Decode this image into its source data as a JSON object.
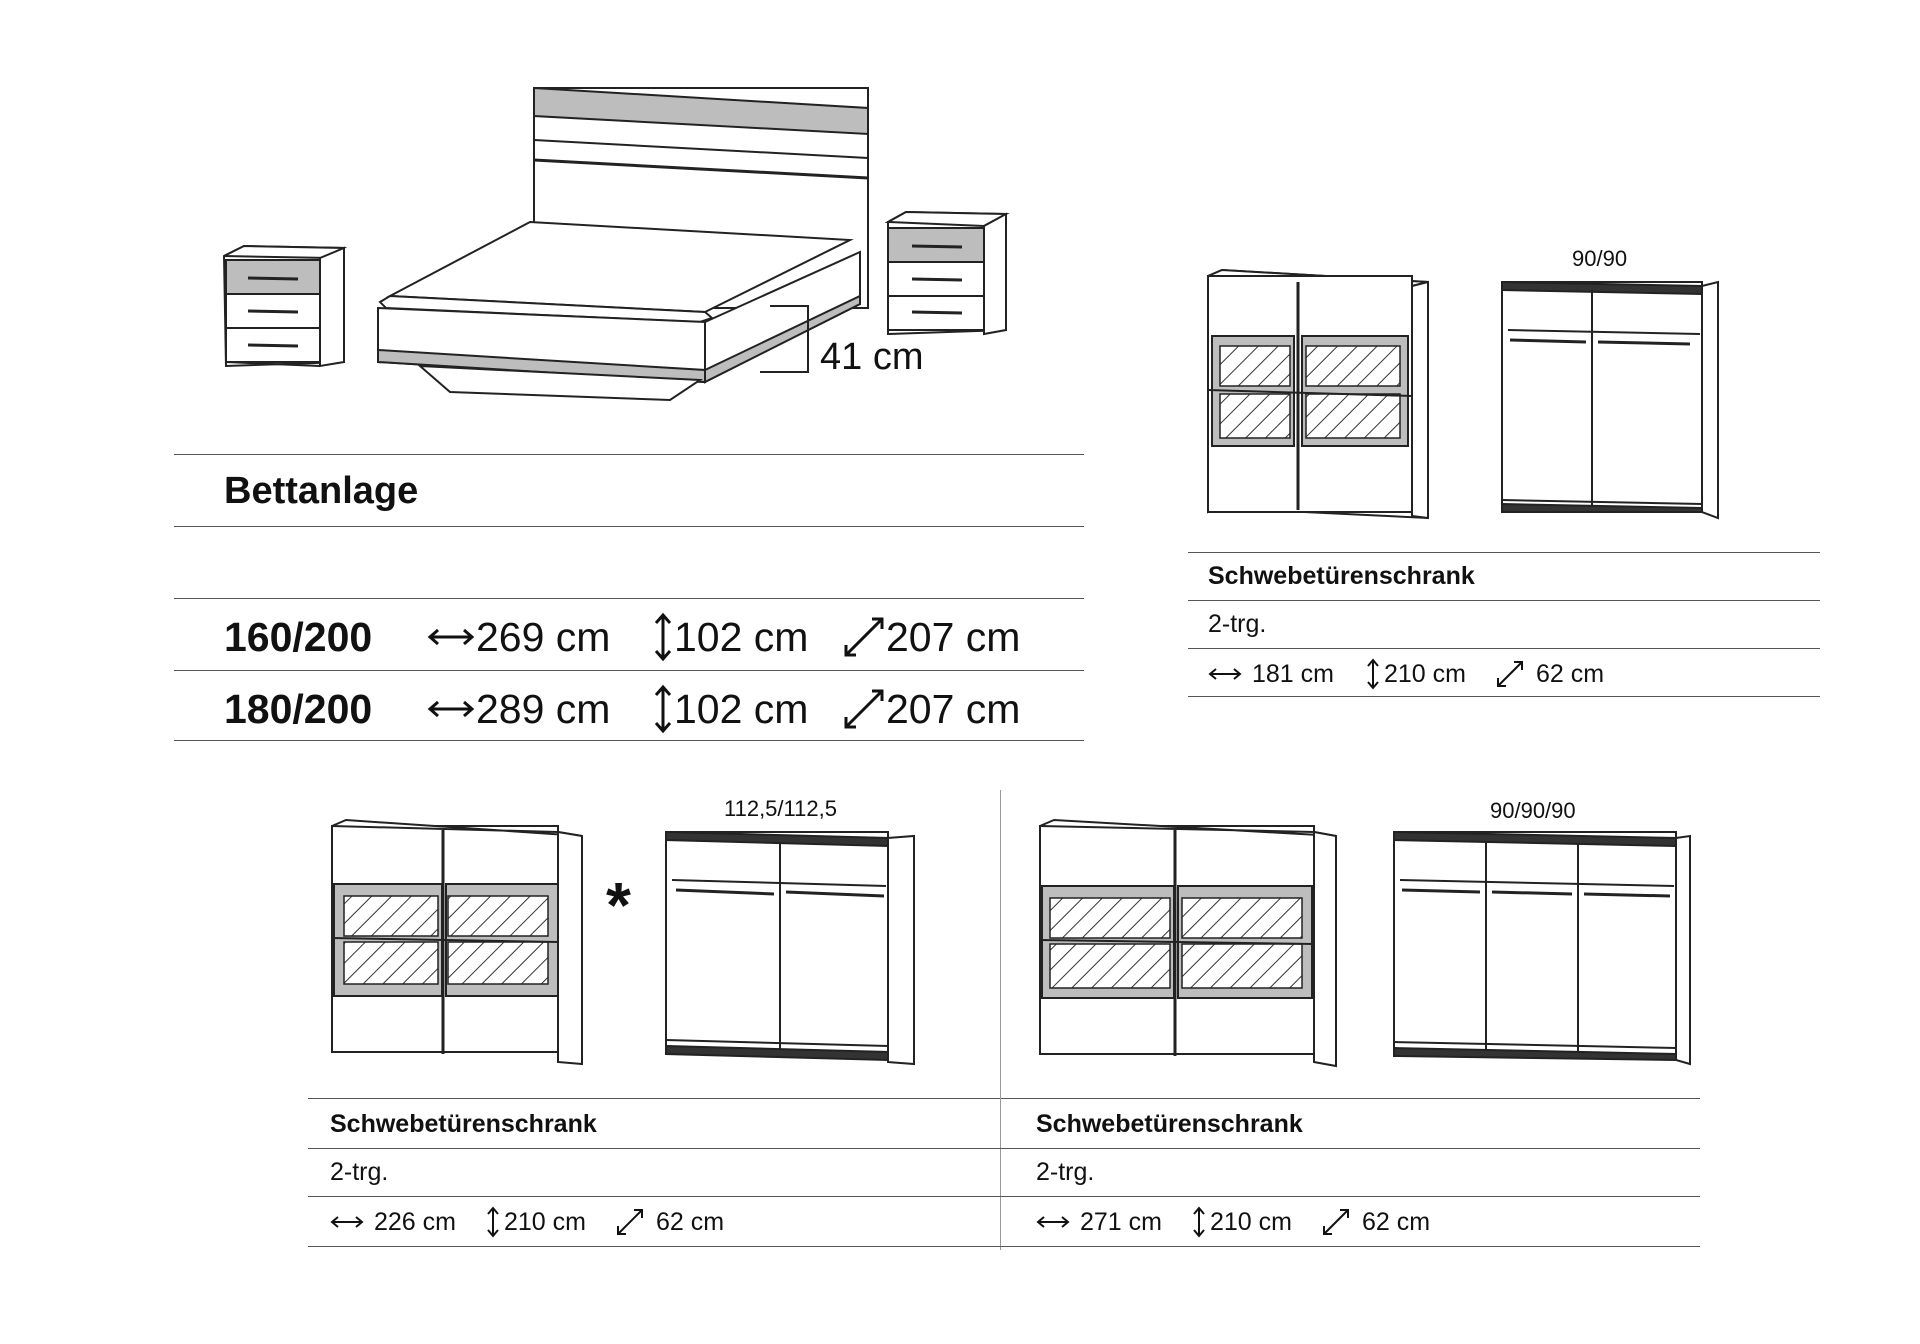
{
  "bed": {
    "height_label": "41 cm",
    "section_title": "Bettanlage",
    "rows": [
      {
        "size": "160/200",
        "width": "269 cm",
        "height": "102 cm",
        "depth": "207 cm"
      },
      {
        "size": "180/200",
        "width": "289 cm",
        "height": "102 cm",
        "depth": "207 cm"
      }
    ]
  },
  "wardrobe_small": {
    "interior_label": "90/90",
    "title": "Schwebetürenschrank",
    "doors": "2-trg.",
    "width": "181 cm",
    "height": "210 cm",
    "depth": "62 cm"
  },
  "wardrobe_medium": {
    "interior_label": "112,5/112,5",
    "asterisk": "*",
    "title": "Schwebetürenschrank",
    "doors": "2-trg.",
    "width": "226 cm",
    "height": "210 cm",
    "depth": "62 cm"
  },
  "wardrobe_large": {
    "interior_label": "90/90/90",
    "title": "Schwebetürenschrank",
    "doors": "2-trg.",
    "width": "271 cm",
    "height": "210 cm",
    "depth": "62 cm"
  },
  "icons": [
    "width-arrow-icon",
    "height-arrow-icon",
    "depth-arrow-icon"
  ]
}
